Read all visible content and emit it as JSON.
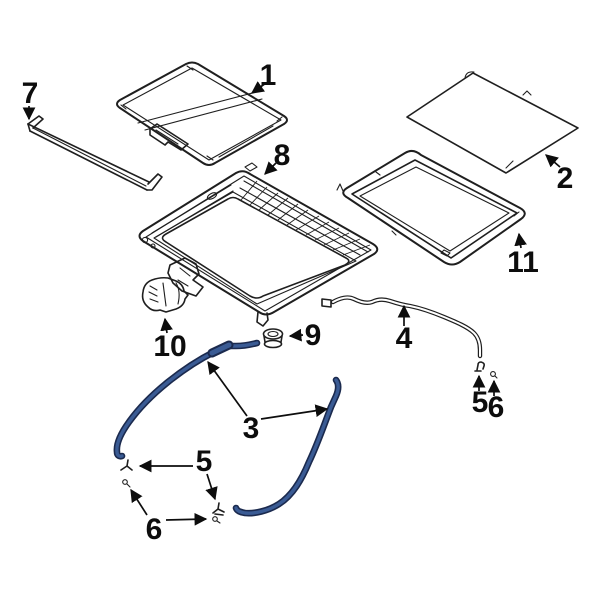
{
  "colors": {
    "background": "#ffffff",
    "line": "#1f1f1f",
    "label": "#0d0d0d",
    "highlight": "#3a5b94",
    "highlight_outline": "#1b2a4e"
  },
  "callouts": [
    {
      "text": "1"
    },
    {
      "text": "2"
    },
    {
      "text": "3"
    },
    {
      "text": "4"
    },
    {
      "text": "5"
    },
    {
      "text": "6"
    },
    {
      "text": "7"
    },
    {
      "text": "8"
    },
    {
      "text": "9"
    },
    {
      "text": "10"
    },
    {
      "text": "11"
    },
    {
      "text": "5"
    },
    {
      "text": "6"
    }
  ]
}
